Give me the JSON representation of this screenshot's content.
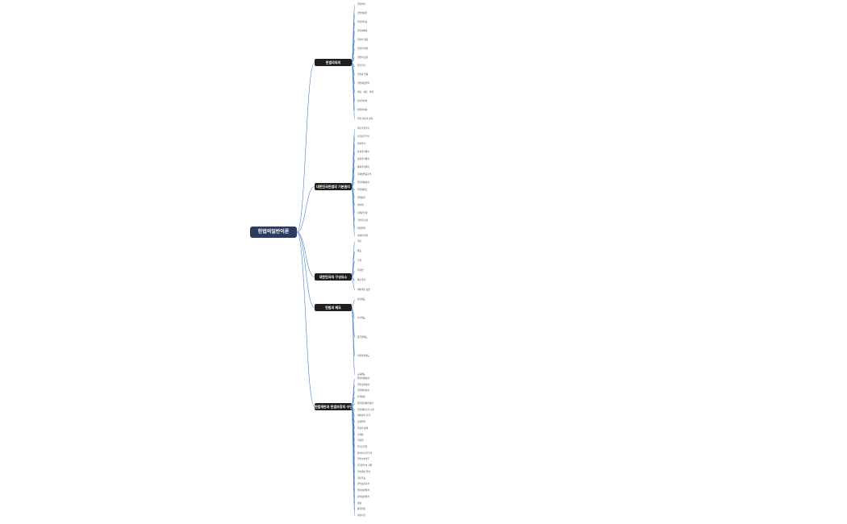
{
  "root": {
    "label": "헌법의일반이론"
  },
  "branches": [
    {
      "label": "헌법의의의",
      "children": [
        "헌법의의",
        "헌법의분류",
        "헌법의특징",
        "헌법의해석",
        "헌법의 개정",
        "헌법의 변천",
        "헌법의 보장",
        "입헌주의",
        "헌법과 법률",
        "헌법제정권력",
        "제정 · 개정 · 변천",
        "형식적의미",
        "실질적의미",
        "헌법 전문의 성격"
      ]
    },
    {
      "label": "대한민국헌법의 기본원리",
      "children": [
        "국민주권주의",
        "자유민주주의",
        "법치주의",
        "사회국가원리",
        "문화국가원리",
        "평화국가원리",
        "국제법존중주의",
        "위헌법률심판",
        "헌법재판소",
        "권력분립",
        "대의제",
        "직접민주제",
        "기본권 보장",
        "적법절차",
        "비례의 원칙"
      ]
    },
    {
      "label": "대한민국의 구성요소",
      "children": [
        "국민",
        "영토",
        "주권",
        "국적법",
        "복수국적",
        "재외국민 보호"
      ]
    },
    {
      "label": "헌법과 제도",
      "children": [
        "정당제도",
        "선거제도",
        "공무원제도",
        "지방자치제도",
        "교육제도"
      ]
    },
    {
      "label": "헌법재판과 헌법보장의 수단",
      "children": [
        "위헌법률심판",
        "헌법소원심판",
        "권한쟁의심판",
        "탄핵심판",
        "위헌정당해산심판",
        "헌법재판소의 구성",
        "재판관의 자격",
        "심판절차",
        "결정의 효력",
        "가처분",
        "저항권",
        "국가긴급권",
        "방어적 민주주의",
        "헌법수호의무",
        "국가원수의 지위",
        "헌법개정 절차",
        "국민투표",
        "헌법보장기관",
        "일반심판절차",
        "특별심판절차",
        "재심",
        "종국결정",
        "심판기간"
      ]
    }
  ]
}
